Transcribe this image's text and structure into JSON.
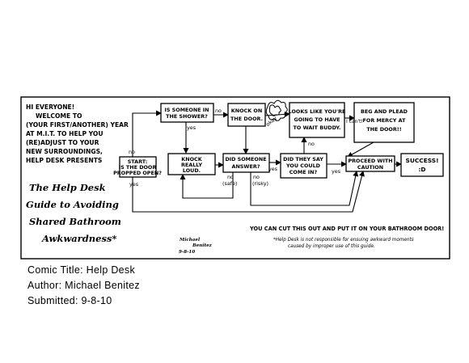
{
  "intro": [
    "HI EVERYONE!",
    "WELCOME TO",
    "(YOUR FIRST/ANOTHER) YEAR",
    "AT M.I.T. TO HELP YOU",
    "(RE)ADJUST TO YOUR",
    "NEW SURROUNDINGS,",
    "HELP DESK PRESENTS"
  ],
  "title": [
    "The Help Desk",
    "Guide to Avoiding",
    "Shared Bathroom",
    "Awkwardness*"
  ],
  "nodes": {
    "start": [
      "START:",
      "IS THE DOOR",
      "PROPPED OPEN?"
    ],
    "shower": [
      "IS SOMEONE IN",
      "THE SHOWER?"
    ],
    "knock_door": [
      "KNOCK ON",
      "THE DOOR."
    ],
    "wait": [
      "LOOKS LIKE YOU'RE",
      "GOING TO HAVE",
      "TO WAIT BUDDY."
    ],
    "beg": [
      "BEG AND PLEAD",
      "FOR MERCY AT",
      "THE DOOR!!"
    ],
    "knock_loud": [
      "KNOCK",
      "REALLY",
      "LOUD."
    ],
    "answer": [
      "DID SOMEONE",
      "ANSWER?"
    ],
    "come_in": [
      "DID THEY SAY",
      "YOU COULD",
      "COME IN?"
    ],
    "proceed": [
      "PROCEED WITH",
      "CAUTION"
    ],
    "success": [
      "SUCCESS!",
      ":D"
    ]
  },
  "edge_labels": {
    "no": "no",
    "yes": "yes",
    "okay": "okay",
    "i_cant": "I can't!",
    "no_safe": [
      "no",
      "(safe)"
    ],
    "no_risky": [
      "no",
      "(risky)"
    ]
  },
  "cut_note": "YOU CAN CUT THIS OUT AND PUT IT ON YOUR BATHROOM DOOR!",
  "disclaimer": [
    "*Help Desk is not responsible for ensuing awkward moments",
    "caused by improper use of this guide."
  ],
  "signature": [
    "Michael",
    "Benitez",
    "9-8-10"
  ],
  "captions": {
    "comic_title": "Comic Title: Help Desk",
    "author": "Author: Michael Benitez",
    "submitted": "Submitted: 9-8-10"
  }
}
